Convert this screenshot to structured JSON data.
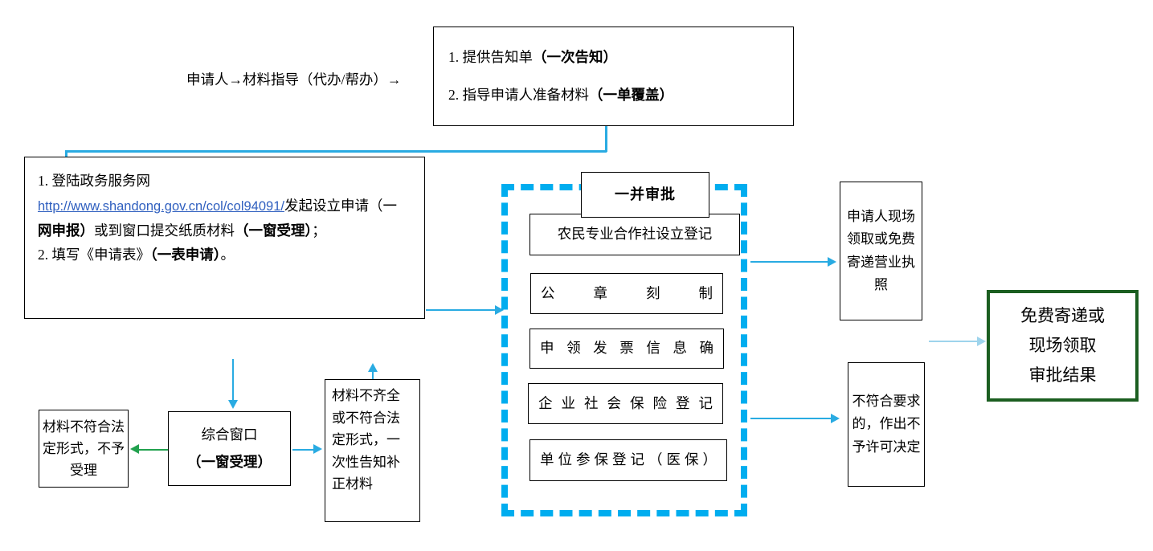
{
  "applicant_flow": {
    "label": "申请人→材料指导（代办/帮办）→"
  },
  "top_note": {
    "line1_prefix": "1. 提供告知单",
    "line1_bold": "（一次告知）",
    "line2_prefix": "2. 指导申请人准备材料",
    "line2_bold": "（一单覆盖）"
  },
  "apply_box": {
    "line1": "1.  登陆政务服务网",
    "url": "http://www.shandong.gov.cn/col/col94091/",
    "line2_after_url": "发起设立申请（一",
    "line3_bold_a": "网申报）",
    "line3_mid": "或到窗口提交纸质材料",
    "line3_bold_b": "（一窗受理）",
    "line3_end": "；",
    "line4_prefix": "2.   填写《申请表》",
    "line4_bold": "（一表申请）",
    "line4_end": "。"
  },
  "approval_zone": {
    "header": "一并审批",
    "items": [
      {
        "label": "农民专业合作社设立登记"
      },
      {
        "label": "公章刻制"
      },
      {
        "label": "申领发票信息确"
      },
      {
        "label": "企业社会保险登记"
      },
      {
        "label": "单位参保登记（医保）"
      }
    ]
  },
  "right_outcomes": {
    "pickup": "申请人现场领取或免费寄递营业执照",
    "reject": "不符合要求的，作出不予许可决定"
  },
  "final_result": {
    "line1": "免费寄递或",
    "line2": "现场领取",
    "line3": "审批结果"
  },
  "bottom_row": {
    "reject_box": "材料不符合法定形式，不予受理",
    "window_box_line1": "综合窗口",
    "window_box_line2": "（一窗受理）",
    "supplement_box": "材料不齐全或不符合法定形式，一次性告知补正材料"
  },
  "colors": {
    "dashed_border": "#00ADEF",
    "connector_blue": "#29ABE2",
    "connector_green": "#22A14E",
    "connector_pale": "#9ED4EC",
    "final_border": "#1B5E20",
    "link": "#2F5FBF"
  }
}
